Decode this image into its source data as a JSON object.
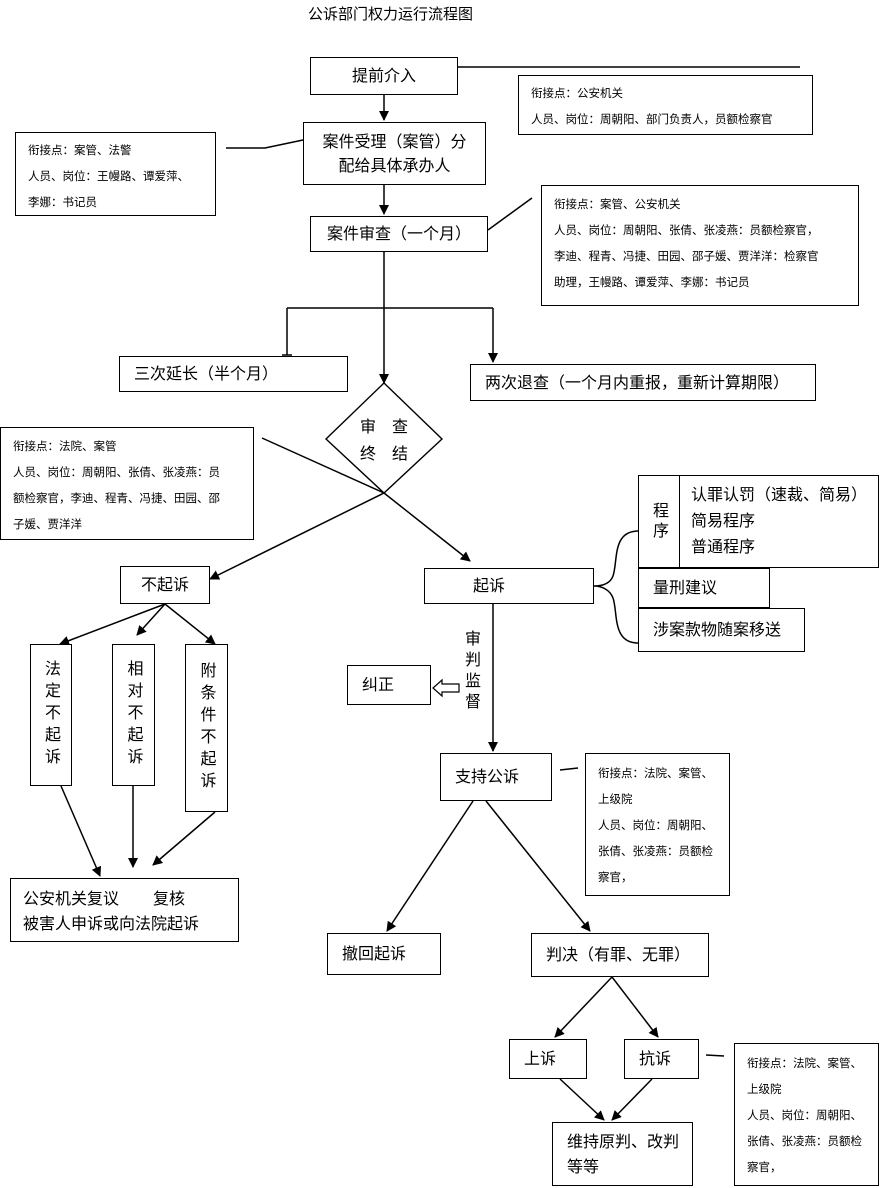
{
  "title": "公诉部门权力运行流程图",
  "nodes": {
    "tiqian": "提前介入",
    "shouli_1": "案件受理（案管）分",
    "shouli_2": "配给具体承办人",
    "shencha": "案件审查（一个月）",
    "yanchang": "三次延长（半个月）",
    "tuicha": "两次退查（一个月内重报，重新计算期限）",
    "zhongjie_1": "审　查",
    "zhongjie_2": "终　结",
    "buqisu": "不起诉",
    "qisu": "起诉",
    "fading": "法定不起诉",
    "xiangdui": "相对不起诉",
    "futiaojian": "附条件不起诉",
    "fuyi": "公安机关复议",
    "fuhe": "复核",
    "shensu": "被害人申诉或向法院起诉",
    "chengxu": "程序",
    "renzui": "认罪认罚（速裁、简易）",
    "jianyi": "简易程序",
    "putong": "普通程序",
    "liangxing": "量刑建议",
    "shean": "涉案款物随案移送",
    "shenpan": "审判监督",
    "jiuzheng": "纠正",
    "zhichi": "支持公诉",
    "chehui": "撤回起诉",
    "panjue": "判决（有罪、无罪）",
    "shangsu": "上诉",
    "kangsu": "抗诉",
    "weichi_1": "维持原判、改判",
    "weichi_2": "等等"
  },
  "notes": {
    "n1": "衔接点：公安机关\n人员、岗位：周朝阳、部门负责人，员额检察官",
    "n2": "衔接点：案管、法警\n人员、岗位：王幔路、谭爱萍、\n李娜：书记员",
    "n3": "衔接点：案管、公安机关\n人员、岗位：周朝阳、张倩、张凌燕：员额检察官，\n李迪、程青、冯捷、田园、邵子媛、贾洋洋：检察官\n助理，王幔路、谭爱萍、李娜：书记员",
    "n4": "衔接点：法院、案管\n人员、岗位：周朝阳、张倩、张凌燕：员\n额检察官，李迪、程青、冯捷、田园、邵\n子媛、贾洋洋",
    "n5": "衔接点：法院、案管、\n上级院\n人员、岗位：周朝阳、\n张倩、张凌燕：员额检\n察官，",
    "n6": "衔接点：法院、案管、\n上级院\n人员、岗位：周朝阳、\n张倩、张凌燕：员额检\n察官，"
  }
}
